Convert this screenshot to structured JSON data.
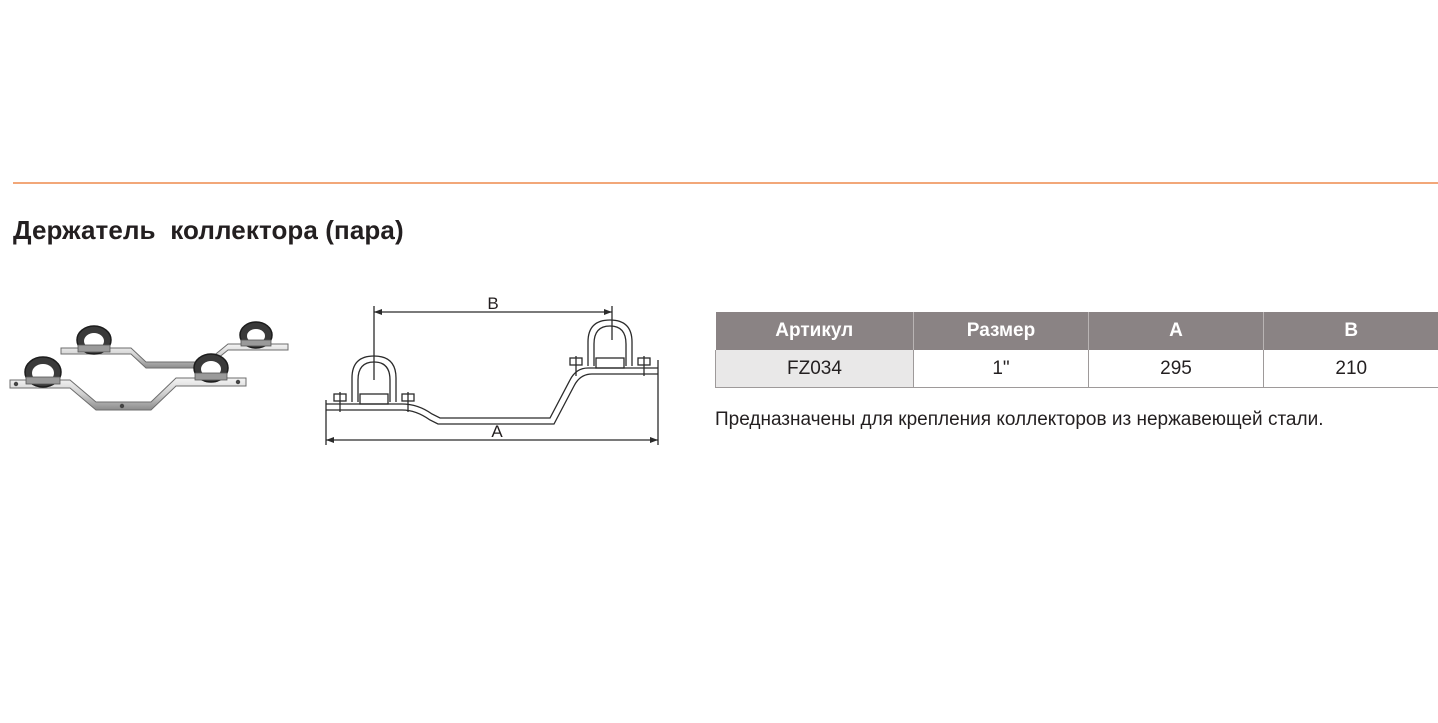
{
  "product": {
    "title": "Держатель  коллектора (пара)",
    "description": "Предназначены для крепления коллекторов из нержавеющей стали."
  },
  "drawing": {
    "label_a": "A",
    "label_b": "B"
  },
  "table": {
    "headers": [
      "Артикул",
      "Размер",
      "A",
      "B"
    ],
    "rows": [
      [
        "FZ034",
        "1\"",
        "295",
        "210"
      ]
    ]
  },
  "colors": {
    "rule": "#f2a779",
    "header_bg": "#8a8384",
    "first_col_bg": "#e9e8e8"
  }
}
